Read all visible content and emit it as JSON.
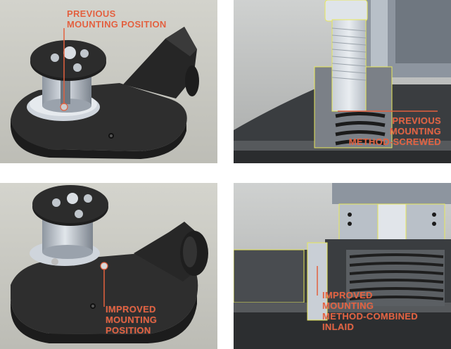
{
  "colors": {
    "annotation": "#e2603f",
    "render_bg": "#c9c9c4",
    "part_dark": "#2b2b2b",
    "part_light": "#aeb6c0",
    "section_edge": "#e8e85a"
  },
  "panels": [
    {
      "id": "top-left",
      "label_lines": [
        "PREVIOUS",
        "MOUNTING POSITION"
      ]
    },
    {
      "id": "top-right",
      "label_lines": [
        "PREVIOUS",
        "MOUNTING",
        "METHOD-SCREWED"
      ]
    },
    {
      "id": "bottom-left",
      "label_lines": [
        "IMPROVED",
        "MOUNTING",
        "POSITION"
      ]
    },
    {
      "id": "bottom-right",
      "label_lines": [
        "IMPROVED",
        "MOUNTING",
        "METHOD-COMBINED",
        "INLAID"
      ]
    }
  ]
}
